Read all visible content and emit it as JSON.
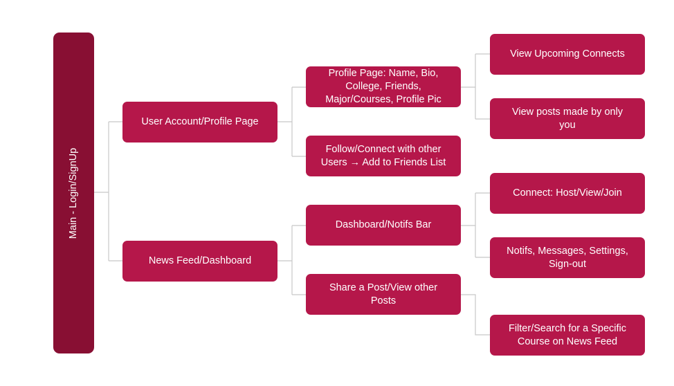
{
  "colors": {
    "root": "#880f33",
    "node": "#b5174a",
    "text": "#ffffff",
    "connector": "#c8c8c8"
  },
  "root": {
    "label": "Main - Login/SignUp"
  },
  "level1": [
    {
      "label": "User Account/Profile Page"
    },
    {
      "label": "News Feed/Dashboard"
    }
  ],
  "level2": [
    {
      "label": "Profile Page: Name, Bio, College, Friends, Major/Courses, Profile Pic"
    },
    {
      "label": "Follow/Connect with other Users → Add to Friends List"
    },
    {
      "label": "Dashboard/Notifs Bar"
    },
    {
      "label": "Share a Post/View other Posts"
    }
  ],
  "level3": [
    {
      "label": "View Upcoming Connects"
    },
    {
      "label": "View posts made by only you"
    },
    {
      "label": "Connect: Host/View/Join"
    },
    {
      "label": "Notifs, Messages, Settings, Sign-out"
    },
    {
      "label": "Filter/Search for a Specific Course on News Feed"
    }
  ]
}
